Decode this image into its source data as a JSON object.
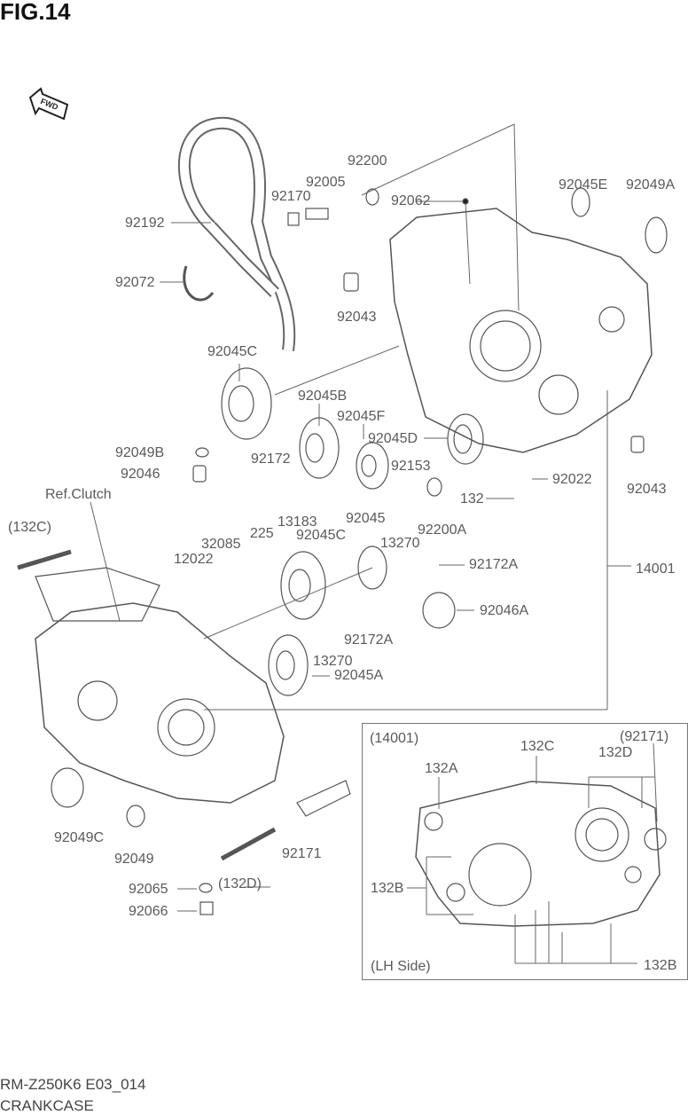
{
  "figure_title": "FIG.14",
  "direction_marker": "FWD",
  "footer": {
    "model_code": "RM-Z250K6 E03_014",
    "section": "CRANKCASE"
  },
  "parts_labels": [
    "92200",
    "92170",
    "92005",
    "92062",
    "92045E",
    "92049A",
    "92192",
    "92072",
    "92043",
    "92045C",
    "92045B",
    "92045F",
    "92045D",
    "92049B",
    "92046",
    "92172",
    "92153",
    "92022",
    "92043",
    "132",
    "Ref.Clutch",
    "13183",
    "92045",
    "92200A",
    "(132C)",
    "225",
    "32085",
    "92045C",
    "13270",
    "92172A",
    "14001",
    "12022",
    "92046A",
    "92172A",
    "13270",
    "92045A",
    "92049C",
    "92049",
    "92171",
    "(132D)",
    "92065",
    "92066"
  ],
  "inset": {
    "title": "(14001)",
    "side_label": "(LH Side)",
    "labels": [
      "132C",
      "(92171)",
      "132D",
      "132A",
      "132B",
      "132B"
    ]
  }
}
